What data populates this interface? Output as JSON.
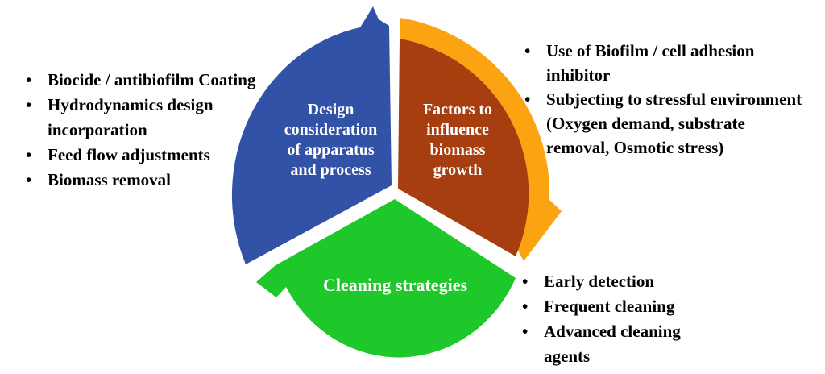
{
  "background_color": "#FFFFFF",
  "diagram": {
    "type": "three-segment-cycle",
    "arrow_color": "#FCA311",
    "segments": [
      {
        "id": "design",
        "label": "Design\nconsideration\nof apparatus\nand process",
        "color": "#3252A8",
        "text_color": "#FFFFFF"
      },
      {
        "id": "factors",
        "label": "Factors to\ninfluence\nbiomass\ngrowth",
        "color": "#A63E10",
        "text_color": "#FFFFFF"
      },
      {
        "id": "cleaning",
        "label": "Cleaning strategies",
        "color": "#1EC82B",
        "text_color": "#FFFFFF"
      }
    ]
  },
  "lists": {
    "left": {
      "items": [
        "Biocide / antibiofilm Coating",
        "Hydrodynamics design\nincorporation",
        "Feed flow adjustments",
        "Biomass removal"
      ]
    },
    "top_right": {
      "items": [
        "Use of Biofilm / cell adhesion\ninhibitor",
        "Subjecting to stressful environment\n(Oxygen demand, substrate\nremoval,  Osmotic stress)"
      ]
    },
    "bottom_right": {
      "items": [
        "Early detection",
        "Frequent cleaning",
        "Advanced cleaning\nagents"
      ]
    }
  }
}
